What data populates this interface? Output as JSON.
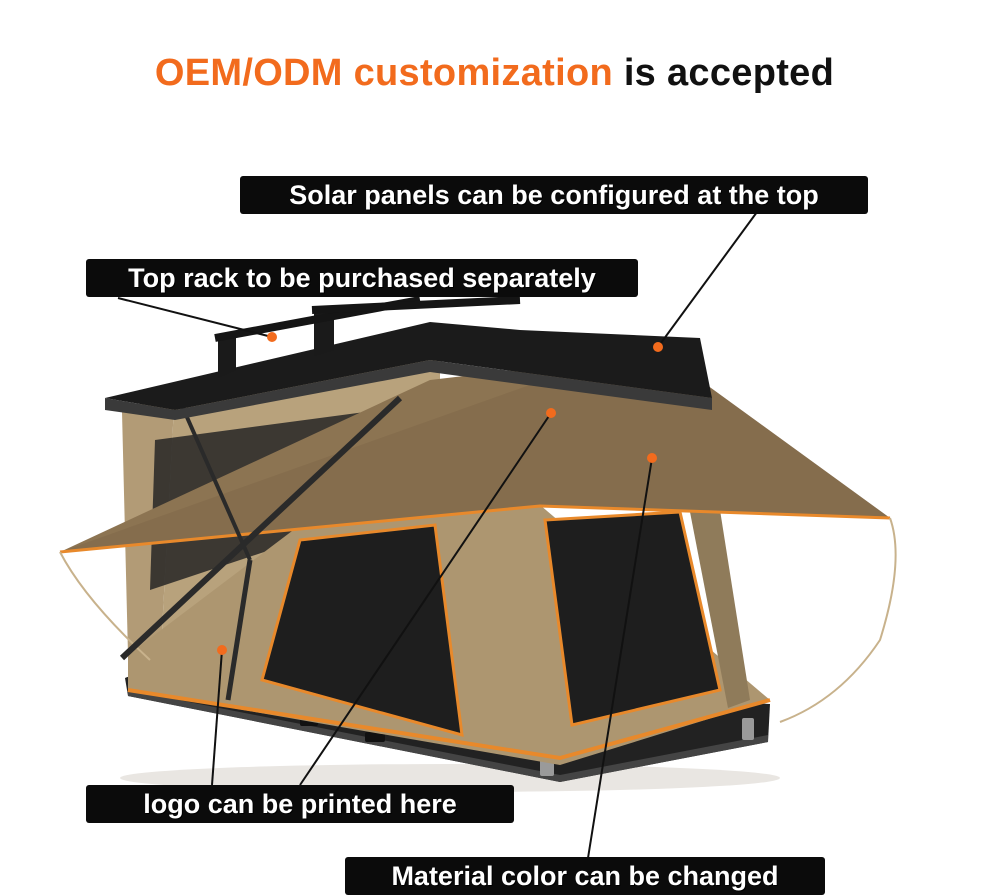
{
  "headline": {
    "accent": "OEM/ODM customization",
    "rest": " is accepted",
    "accent_color": "#f26b1d"
  },
  "labels": {
    "solar": "Solar panels can be configured at the top",
    "rack": "Top rack to be purchased separately",
    "logo": "logo can be printed here",
    "material": "Material color can be changed"
  },
  "colors": {
    "marker": "#f26b1d",
    "label_bg": "#0b0b0b",
    "tent_fabric": "#a58e6b",
    "tent_trim": "#e8892b",
    "shell": "#1b1b1b"
  }
}
